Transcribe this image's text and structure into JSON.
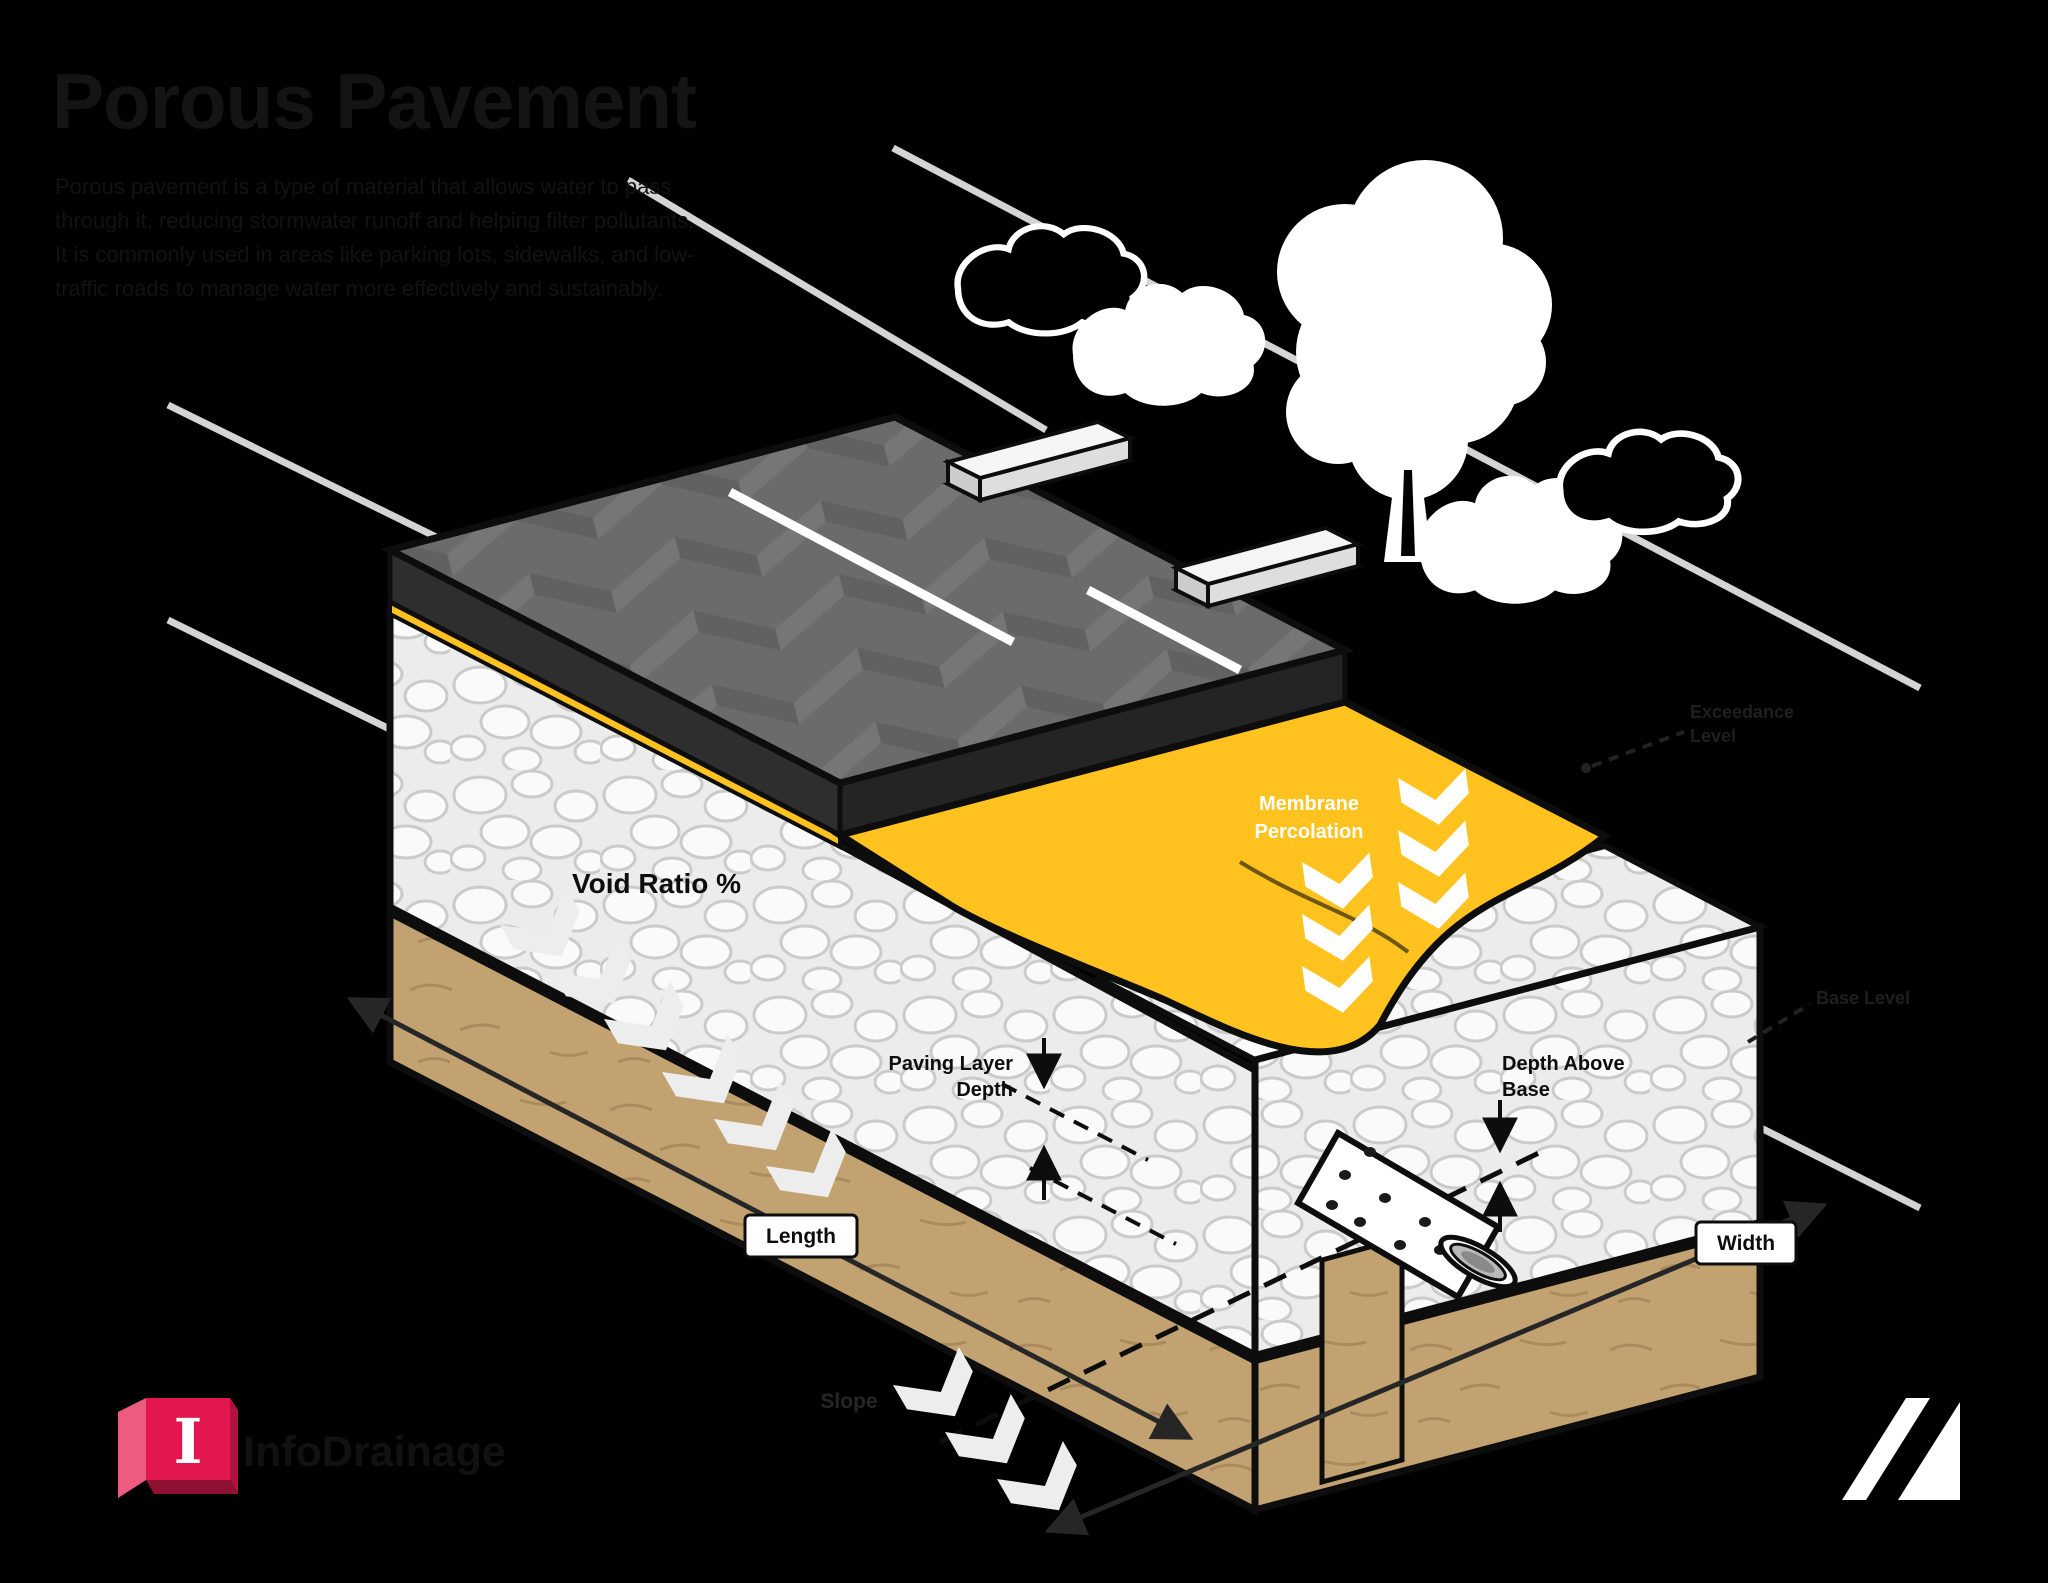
{
  "title": "Porous Pavement",
  "intro": "Porous pavement is a type of material that allows water to pass through it, reducing stormwater runoff and helping filter pollutants. It is commonly used in areas like parking lots, sidewalks, and low-traffic roads to manage water more effectively and sustainably.",
  "diagram": {
    "membrane_label_line1": "Membrane",
    "membrane_label_line2": "Percolation",
    "void_ratio_label": "Void Ratio %",
    "paving_depth_line1": "Paving Layer",
    "paving_depth_line2": "Depth",
    "depth_above_line1": "Depth Above",
    "depth_above_line2": "Base",
    "length_label": "Length",
    "width_label": "Width",
    "slope_label": "Slope",
    "exceedance_line1": "Exceedance",
    "exceedance_line2": "Level",
    "base_level_label": "Base Level"
  },
  "branding": {
    "product_name": "InfoDrainage",
    "logo_letter": "I"
  },
  "colors": {
    "membrane_yellow": "#FFC21E",
    "paver_gray": "#6B6B6B",
    "aggregate_white": "#F4F4F4",
    "soil_tan": "#C3A272",
    "logo_crimson": "#E2174D",
    "logo_pink": "#ED5C80",
    "logo_maroon": "#8E1033",
    "outline_black": "#0D0D0D",
    "background": "#000000",
    "deco_line_gray": "#D4D4D4"
  }
}
